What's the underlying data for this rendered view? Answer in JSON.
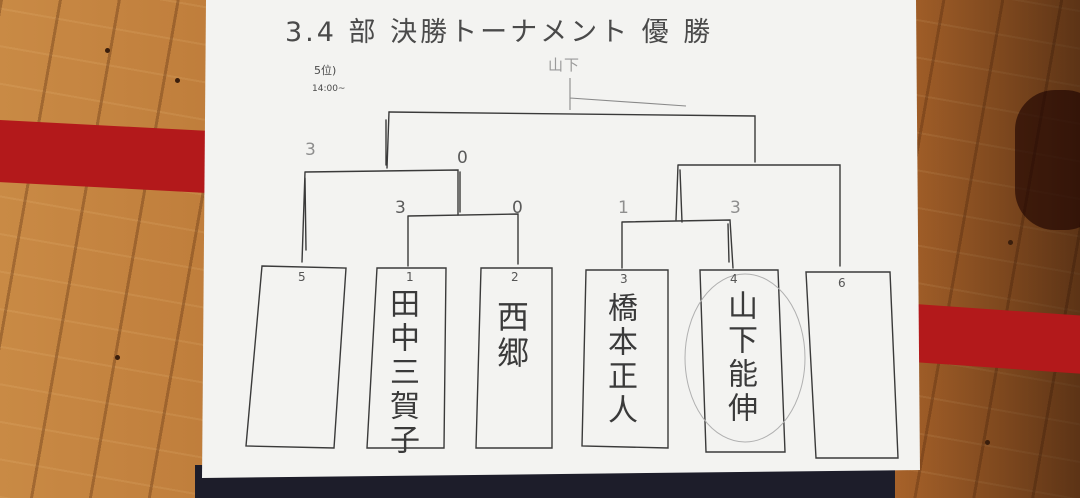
{
  "sheet": {
    "title": "3.4 部 決勝トーナメント 優 勝",
    "winner": "山下",
    "note_top": "5位)",
    "note_bottom": "14:00~"
  },
  "scores": {
    "final_left": "3",
    "final_left_opp": "0",
    "semi_left_winner": "3",
    "semi_left_loser": "0",
    "semi_right_left": "1",
    "semi_right_right": "3"
  },
  "entrants": [
    {
      "seed": "5",
      "name": ""
    },
    {
      "seed": "1",
      "name": "田中三賀子"
    },
    {
      "seed": "2",
      "name": "西郷"
    },
    {
      "seed": "3",
      "name": "橋本正人"
    },
    {
      "seed": "4",
      "name": "山下能伸"
    },
    {
      "seed": "6",
      "name": ""
    }
  ]
}
